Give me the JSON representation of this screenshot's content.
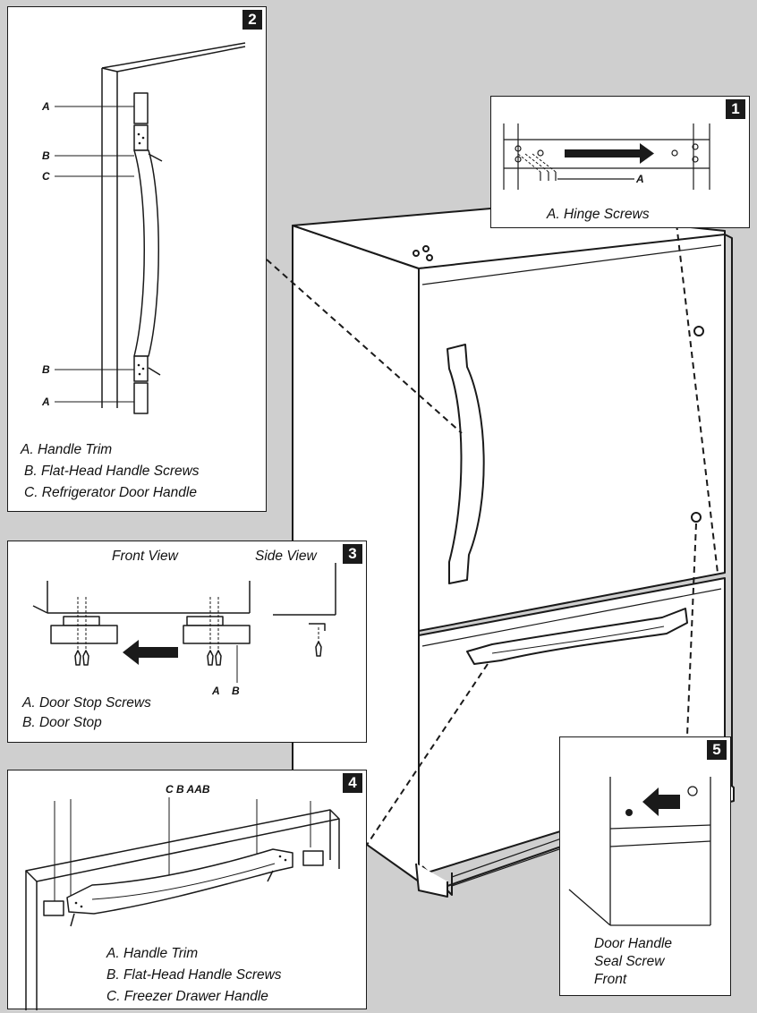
{
  "colors": {
    "background": "#cfcfcf",
    "panel": "#ffffff",
    "line": "#1a1a1a"
  },
  "panel1": {
    "badge": "1",
    "callout": "A",
    "caption": "A. Hinge Screws"
  },
  "panel2": {
    "badge": "2",
    "callouts": [
      "A",
      "B",
      "C",
      "B",
      "A"
    ],
    "legend": [
      "A. Handle Trim",
      "B. Flat-Head Handle Screws",
      "C. Refrigerator Door Handle"
    ]
  },
  "panel3": {
    "badge": "3",
    "front_view": "Front View",
    "side_view": "Side View",
    "callouts": [
      "A",
      "B"
    ],
    "legend": [
      "A. Door Stop Screws",
      "B. Door Stop"
    ]
  },
  "panel4": {
    "badge": "4",
    "callouts": "C B AAB",
    "legend": [
      "A. Handle Trim",
      "B. Flat-Head Handle Screws",
      "C. Freezer Drawer Handle"
    ]
  },
  "panel5": {
    "badge": "5",
    "legend": [
      "Door Handle",
      "Seal Screw",
      "Front"
    ]
  }
}
